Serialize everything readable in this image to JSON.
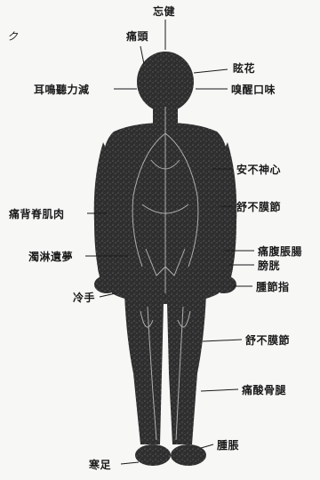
{
  "labels": {
    "top_center": "忘健",
    "top_left": "痛頭",
    "head_right_1": "眩花",
    "head_right_2": "嗅醒口味",
    "head_left": "耳鳴聽力減",
    "chest_right": "安不神心",
    "waist_right": "舒不膜節",
    "mid_left": "痛背脊肌肉",
    "lower_right_1": "痛腹脹腸",
    "lower_right_2": "膀胱",
    "pelvis_left": "濁淋遺夢",
    "knee_right": "腫節指",
    "hand_left": "冷手",
    "leg_right": "舒不膜節",
    "ankle_right": "痛酸骨腿",
    "foot_right": "腫脹",
    "foot_left": "寒足",
    "corner_mark": "ク"
  },
  "colors": {
    "ink": "#1a1a1a",
    "paper": "#f7f7f5",
    "figure": "#2b2b2b"
  }
}
